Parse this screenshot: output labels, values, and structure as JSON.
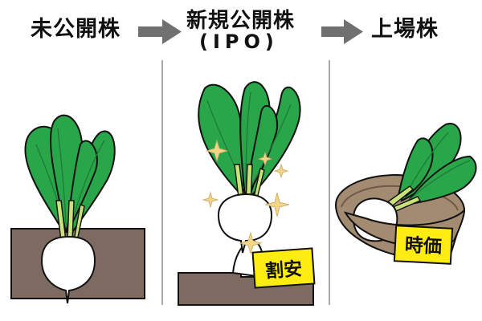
{
  "stages": [
    {
      "label": "未公開株"
    },
    {
      "label": "新規公開株",
      "sub": "(IPO)"
    },
    {
      "label": "上場株"
    }
  ],
  "tags": {
    "ipo": "割安",
    "listed": "時価"
  },
  "colors": {
    "soil": "#7d6b62",
    "leaf": "#2aa64a",
    "leaf_dark": "#1d7a36",
    "stem": "#c9e37a",
    "turnip": "#ffffff",
    "basket": "#a38b72",
    "basket_dark": "#6e5846",
    "tag_yellow": "#ffec10",
    "sparkle": "#f2d58a",
    "arrow": "#707070",
    "divider": "#555555"
  }
}
